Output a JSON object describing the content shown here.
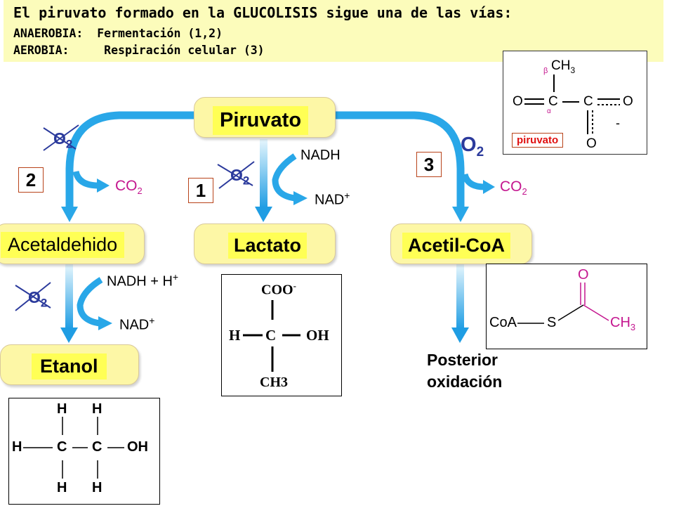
{
  "header": {
    "title": "El piruvato formado en la GLUCOLISIS sigue una de las vías:",
    "line_anaerobia": "ANAEROBIA:  Fermentación (1,2)",
    "line_aerobia": "AEROBIA:     Respiración celular (3)"
  },
  "nodes": {
    "piruvato": "Piruvato",
    "acetaldehido": "Acetaldehido",
    "lactato": "Lactato",
    "acetil_coa": "Acetil-CoA",
    "etanol": "Etanol",
    "posterior_line1": "Posterior",
    "posterior_line2": "oxidación"
  },
  "steps": {
    "one": "1",
    "two": "2",
    "three": "3"
  },
  "molecules": {
    "nadh": "NADH",
    "nadh_h": "NADH + H",
    "nad": "NAD",
    "plus": "+",
    "co2": "CO",
    "o2": "O",
    "sub2": "2"
  },
  "piruvato_struct": {
    "ch3": "CH",
    "ch3_sub": "3",
    "beta": "β",
    "alpha": "α",
    "o_left": "O",
    "c1": "C",
    "c2": "C",
    "o_right": "O",
    "o_bottom": "O",
    "minus": "-",
    "label": "piruvato"
  },
  "lactato_struct": {
    "coo": "COO",
    "charge": "-",
    "h": "H",
    "c": "C",
    "oh": "OH",
    "ch3": "CH3"
  },
  "acetilcoa_struct": {
    "coa": "CoA",
    "s": "S",
    "o": "O",
    "ch3": "CH",
    "ch3_sub": "3"
  },
  "etanol_struct": {
    "h": "H",
    "c": "C",
    "oh": "OH"
  },
  "colors": {
    "header_bg": "#fcfcbb",
    "pill_bg": "#fdf7a6",
    "highlight": "#ffff55",
    "arrow_blue": "#29a7e8",
    "magenta": "#c4168f",
    "dark_blue": "#2b3a9c",
    "red": "#e01010",
    "box_border": "#b8431a"
  }
}
